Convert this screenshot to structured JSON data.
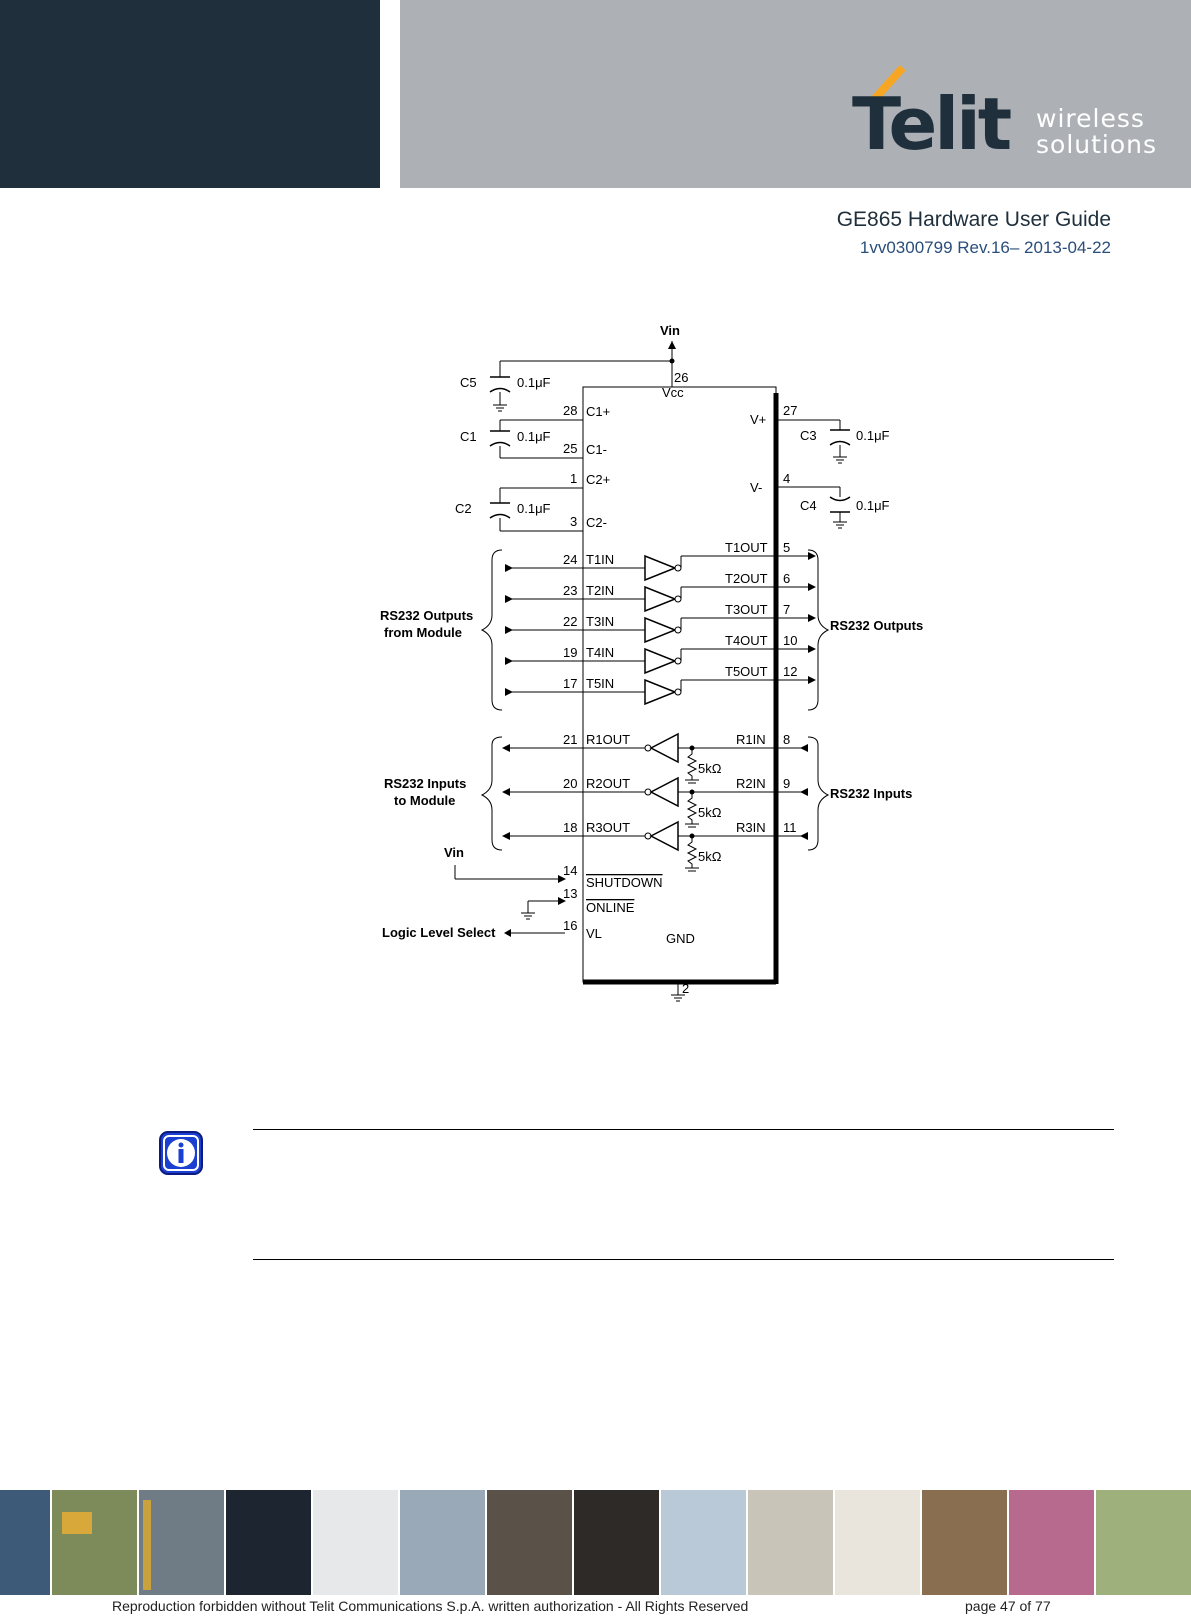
{
  "header": {
    "logo_word": "Telit",
    "logo_tag_line1": "wireless",
    "logo_tag_line2": "solutions",
    "doc_title": "GE865 Hardware User Guide",
    "doc_rev": "1vv0300799 Rev.16– 2013-04-22"
  },
  "schematic": {
    "vin_top": "Vin",
    "vcc_pin": "26",
    "vcc_label": "Vcc",
    "caps": [
      {
        "name": "C5",
        "value": "0.1μF"
      },
      {
        "name": "C1",
        "value": "0.1μF"
      },
      {
        "name": "C2",
        "value": "0.1μF"
      },
      {
        "name": "C3",
        "value": "0.1μF"
      },
      {
        "name": "C4",
        "value": "0.1μF"
      }
    ],
    "left_pins": [
      {
        "num": "28",
        "label": "C1+"
      },
      {
        "num": "25",
        "label": "C1-"
      },
      {
        "num": "1",
        "label": "C2+"
      },
      {
        "num": "3",
        "label": "C2-"
      }
    ],
    "right_pins": [
      {
        "num": "27",
        "label": "V+"
      },
      {
        "num": "4",
        "label": "V-"
      }
    ],
    "transmitters": [
      {
        "in_pin": "24",
        "in_label": "T1IN",
        "out_label": "T1OUT",
        "out_pin": "5"
      },
      {
        "in_pin": "23",
        "in_label": "T2IN",
        "out_label": "T2OUT",
        "out_pin": "6"
      },
      {
        "in_pin": "22",
        "in_label": "T3IN",
        "out_label": "T3OUT",
        "out_pin": "7"
      },
      {
        "in_pin": "19",
        "in_label": "T4IN",
        "out_label": "T4OUT",
        "out_pin": "10"
      },
      {
        "in_pin": "17",
        "in_label": "T5IN",
        "out_label": "T5OUT",
        "out_pin": "12"
      }
    ],
    "receivers": [
      {
        "out_pin": "21",
        "out_label": "R1OUT",
        "in_label": "R1IN",
        "in_pin": "8"
      },
      {
        "out_pin": "20",
        "out_label": "R2OUT",
        "in_label": "R2IN",
        "in_pin": "9"
      },
      {
        "out_pin": "18",
        "out_label": "R3OUT",
        "in_label": "R3IN",
        "in_pin": "11"
      }
    ],
    "resistor_value": "5kΩ",
    "group_tx_left_1": "RS232 Outputs",
    "group_tx_left_2": "from Module",
    "group_tx_right": "RS232 Outputs",
    "group_rx_left_1": "RS232 Inputs",
    "group_rx_left_2": "to Module",
    "group_rx_right": "RS232 Inputs",
    "vin_bottom": "Vin",
    "shutdown_pin": "14",
    "shutdown_label": "SHUTDOWN",
    "online_pin": "13",
    "online_label": "ONLINE",
    "vl_pin": "16",
    "vl_label": "VL",
    "logic_level": "Logic Level Select",
    "gnd_label": "GND",
    "gnd_pin": "2"
  },
  "footer": {
    "text": "Reproduction forbidden without Telit Communications S.p.A. written authorization - All Rights Reserved",
    "page": "page 47 of 77"
  },
  "colors": {
    "header_dark": "#1f2f3c",
    "header_grey": "#adb1b6",
    "accent": "#f6a623",
    "info_blue": "#1a3fd1"
  }
}
